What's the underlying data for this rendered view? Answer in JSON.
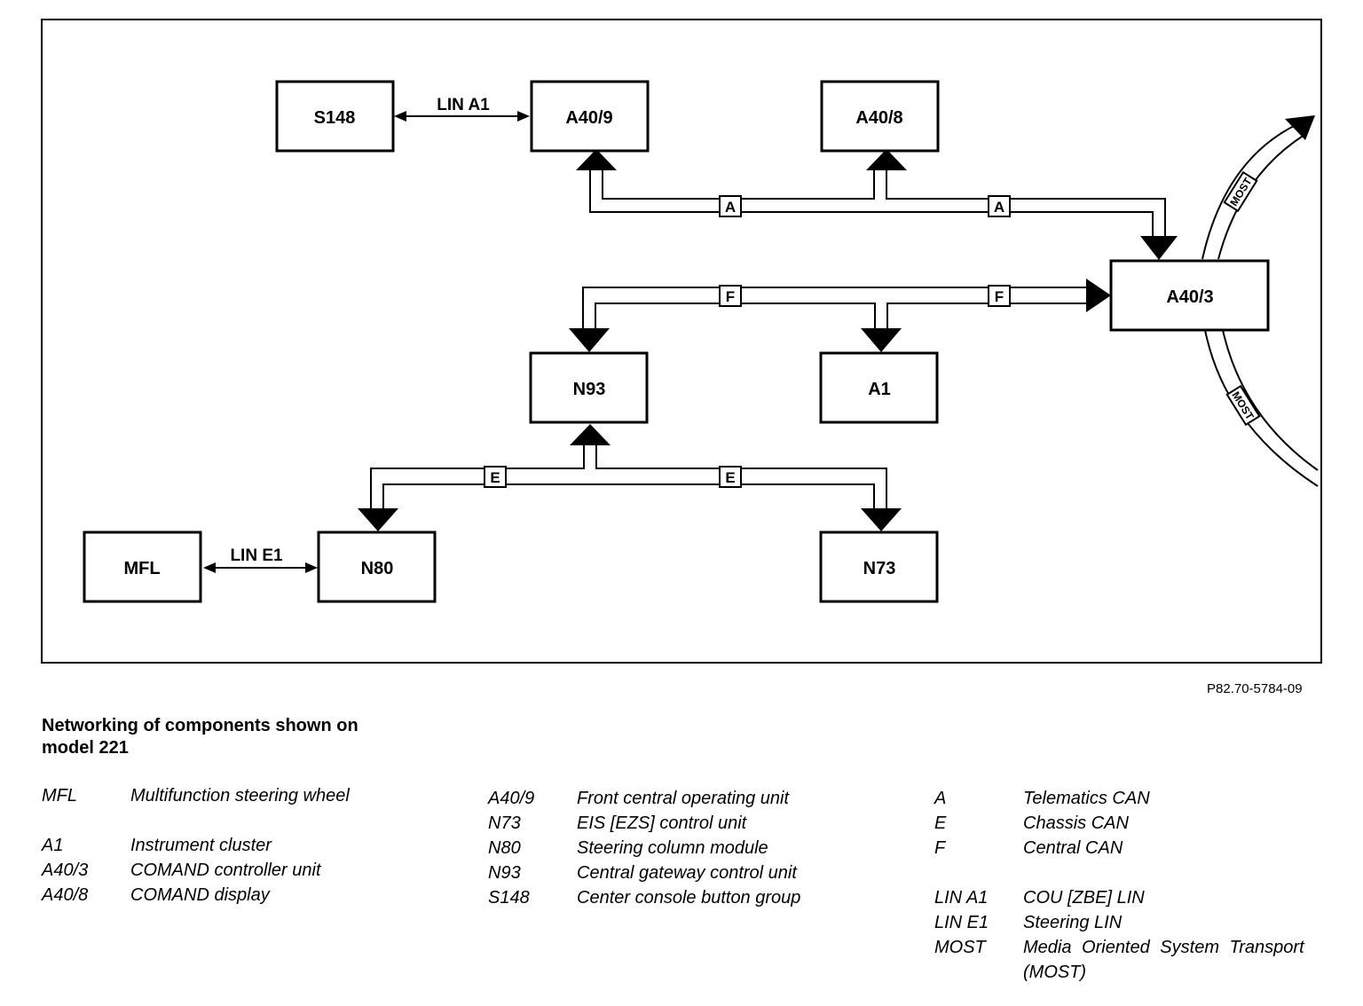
{
  "components": {
    "S148": "S148",
    "A40_9": "A40/9",
    "A40_8": "A40/8",
    "A40_3": "A40/3",
    "N93": "N93",
    "A1": "A1",
    "MFL": "MFL",
    "N80": "N80",
    "N73": "N73"
  },
  "bus_tags": {
    "A": "A",
    "F": "F",
    "E": "E"
  },
  "lin_labels": {
    "lin_a1": "LIN A1",
    "lin_e1": "LIN E1"
  },
  "most_label": "MOST",
  "reference_code": "P82.70-5784-09",
  "caption": {
    "line1": "Networking of components shown on",
    "line2": "model 221"
  },
  "legend": {
    "col1": [
      {
        "abbr": "MFL",
        "desc": "Multifunction steering wheel"
      },
      {
        "abbr": "A1",
        "desc": "Instrument cluster"
      },
      {
        "abbr": "A40/3",
        "desc": "COMAND controller unit"
      },
      {
        "abbr": "A40/8",
        "desc": "COMAND display"
      }
    ],
    "col2": [
      {
        "abbr": "A40/9",
        "desc": "Front central operating unit"
      },
      {
        "abbr": "N73",
        "desc": "EIS [EZS] control unit"
      },
      {
        "abbr": "N80",
        "desc": "Steering column module"
      },
      {
        "abbr": "N93",
        "desc": "Central gateway control unit"
      },
      {
        "abbr": "S148",
        "desc": "Center console button group"
      }
    ],
    "col3": [
      {
        "abbr": "A",
        "desc": "Telematics CAN"
      },
      {
        "abbr": "E",
        "desc": "Chassis CAN"
      },
      {
        "abbr": "F",
        "desc": "Central CAN"
      },
      {
        "abbr": "LIN A1",
        "desc": "COU [ZBE] LIN"
      },
      {
        "abbr": "LIN E1",
        "desc": "Steering LIN"
      },
      {
        "abbr": "MOST",
        "desc": "Media Oriented System Transport"
      },
      {
        "abbr": "",
        "desc": "(MOST)"
      }
    ]
  }
}
